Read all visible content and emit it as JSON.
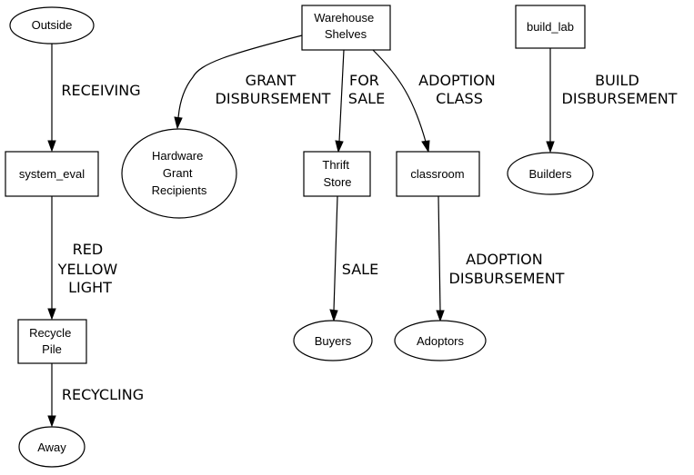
{
  "nodes": {
    "outside": "Outside",
    "system_eval": "system_eval",
    "recycle_pile": [
      "Recycle",
      "Pile"
    ],
    "away": "Away",
    "warehouse_shelves": [
      "Warehouse",
      "Shelves"
    ],
    "hardware_grant_recipients": [
      "Hardware",
      "Grant",
      "Recipients"
    ],
    "thrift_store": [
      "Thrift",
      "Store"
    ],
    "buyers": "Buyers",
    "classroom": "classroom",
    "adoptors": "Adoptors",
    "build_lab": "build_lab",
    "builders": "Builders"
  },
  "edges": {
    "receiving": "RECEIVING",
    "red_yellow_light": [
      "RED",
      "YELLOW",
      "LIGHT"
    ],
    "recycling": "RECYCLING",
    "grant_disbursement": [
      "GRANT",
      "DISBURSEMENT"
    ],
    "for_sale": [
      "FOR",
      "SALE"
    ],
    "adoption_class": [
      "ADOPTION",
      "CLASS"
    ],
    "sale": "SALE",
    "adoption_disbursement": [
      "ADOPTION",
      "DISBURSEMENT"
    ],
    "build_disbursement": [
      "BUILD",
      "DISBURSEMENT"
    ]
  }
}
